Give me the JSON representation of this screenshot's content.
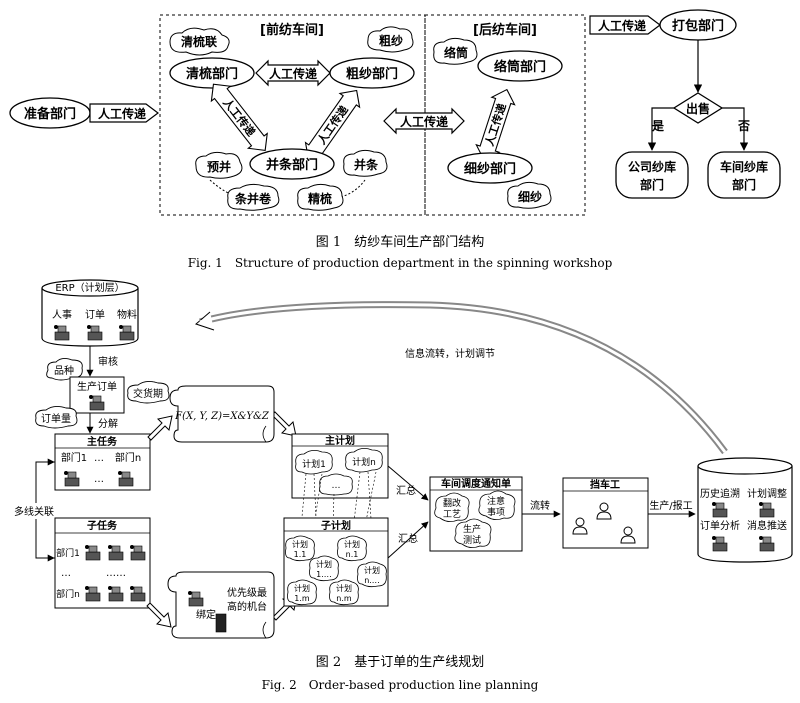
{
  "fig1": {
    "prep_dept": "准备部门",
    "manual_transfer_1": "人工传递",
    "front_workshop": "[前纺车间]",
    "back_workshop": "[后纺车间]",
    "cloud_qingshulian": "清梳联",
    "cloud_cusha": "粗纱",
    "qingshu_dept": "清梳部门",
    "manual_transfer_mid": "人工传递",
    "cusha_dept": "粗纱部门",
    "diag_left": "人工传递",
    "diag_right": "人工传递",
    "cloud_yubing": "预并",
    "bingtiao_dept": "并条部门",
    "cloud_bingtiao": "并条",
    "cloud_tiaobingjuan": "条并卷",
    "cloud_jingshu": "精梳",
    "manual_transfer_between": "人工传递",
    "cloud_luotong": "络筒",
    "luotong_dept": "络筒部门",
    "diag_back": "人工传递",
    "xisha_dept": "细纱部门",
    "cloud_xisha": "细纱",
    "manual_transfer_right": "人工传递",
    "packing_dept": "打包部门",
    "sale": "出售",
    "yes": "是",
    "no": "否",
    "company_warehouse_l1": "公司纱库",
    "company_warehouse_l2": "部门",
    "workshop_warehouse_l1": "车间纱库",
    "workshop_warehouse_l2": "部门",
    "caption_cn": "图 1　纺纱车间生产部门结构",
    "caption_en": "Fig. 1　Structure of production department in the spinning workshop"
  },
  "fig2": {
    "erp_title": "ERP（计划层）",
    "erp_hr": "人事",
    "erp_order": "订单",
    "erp_material": "物料",
    "cloud_variety": "品种",
    "audit": "审核",
    "production_order": "生产订单",
    "cloud_delivery": "交货期",
    "cloud_order_qty": "订单量",
    "decompose": "分解",
    "formula": "F(X, Y, Z)=X&Y&Z",
    "info_flow": "信息流转，计划调节",
    "main_task": "主任务",
    "main_dept1": "部门1",
    "main_dots": "…",
    "main_deptn": "部门n",
    "main_dots2": "…",
    "multi_link": "多线关联",
    "sub_task": "子任务",
    "sub_dept1": "部门1",
    "sub_dots": "…",
    "sub_dots_mid": "……",
    "sub_deptn": "部门n",
    "main_plan": "主计划",
    "plan_1": "计划1",
    "plan_n": "计划n",
    "plan_dots": "…",
    "sub_plan": "子计划",
    "sp_11_a": "计划",
    "sp_11_b": "1.1",
    "sp_n1_a": "计划",
    "sp_n1_b": "n.1",
    "sp_mid_a": "计划",
    "sp_mid_b": "1.…",
    "sp_right_a": "计划",
    "sp_right_b": "n.…",
    "sp_1m_a": "计划",
    "sp_1m_b": "1.m",
    "sp_nm_a": "计划",
    "sp_nm_b": "n.m",
    "summary_1": "汇总",
    "summary_2": "汇总",
    "dispatch_notice": "车间调度通知单",
    "cloud_revise_a": "翻改",
    "cloud_revise_b": "工艺",
    "cloud_attention_a": "注意",
    "cloud_attention_b": "事项",
    "cloud_test_a": "生产",
    "cloud_test_b": "测试",
    "flow": "流转",
    "operator": "挡车工",
    "report": "生产/报工",
    "history": "历史追溯",
    "plan_adjust": "计划调整",
    "order_analysis": "订单分析",
    "message_push": "消息推送",
    "bind": "绑定",
    "priority_l1": "优先级最",
    "priority_l2": "高的机台",
    "caption_cn": "图 2　基于订单的生产线规划",
    "caption_en": "Fig. 2　Order-based production line planning"
  }
}
